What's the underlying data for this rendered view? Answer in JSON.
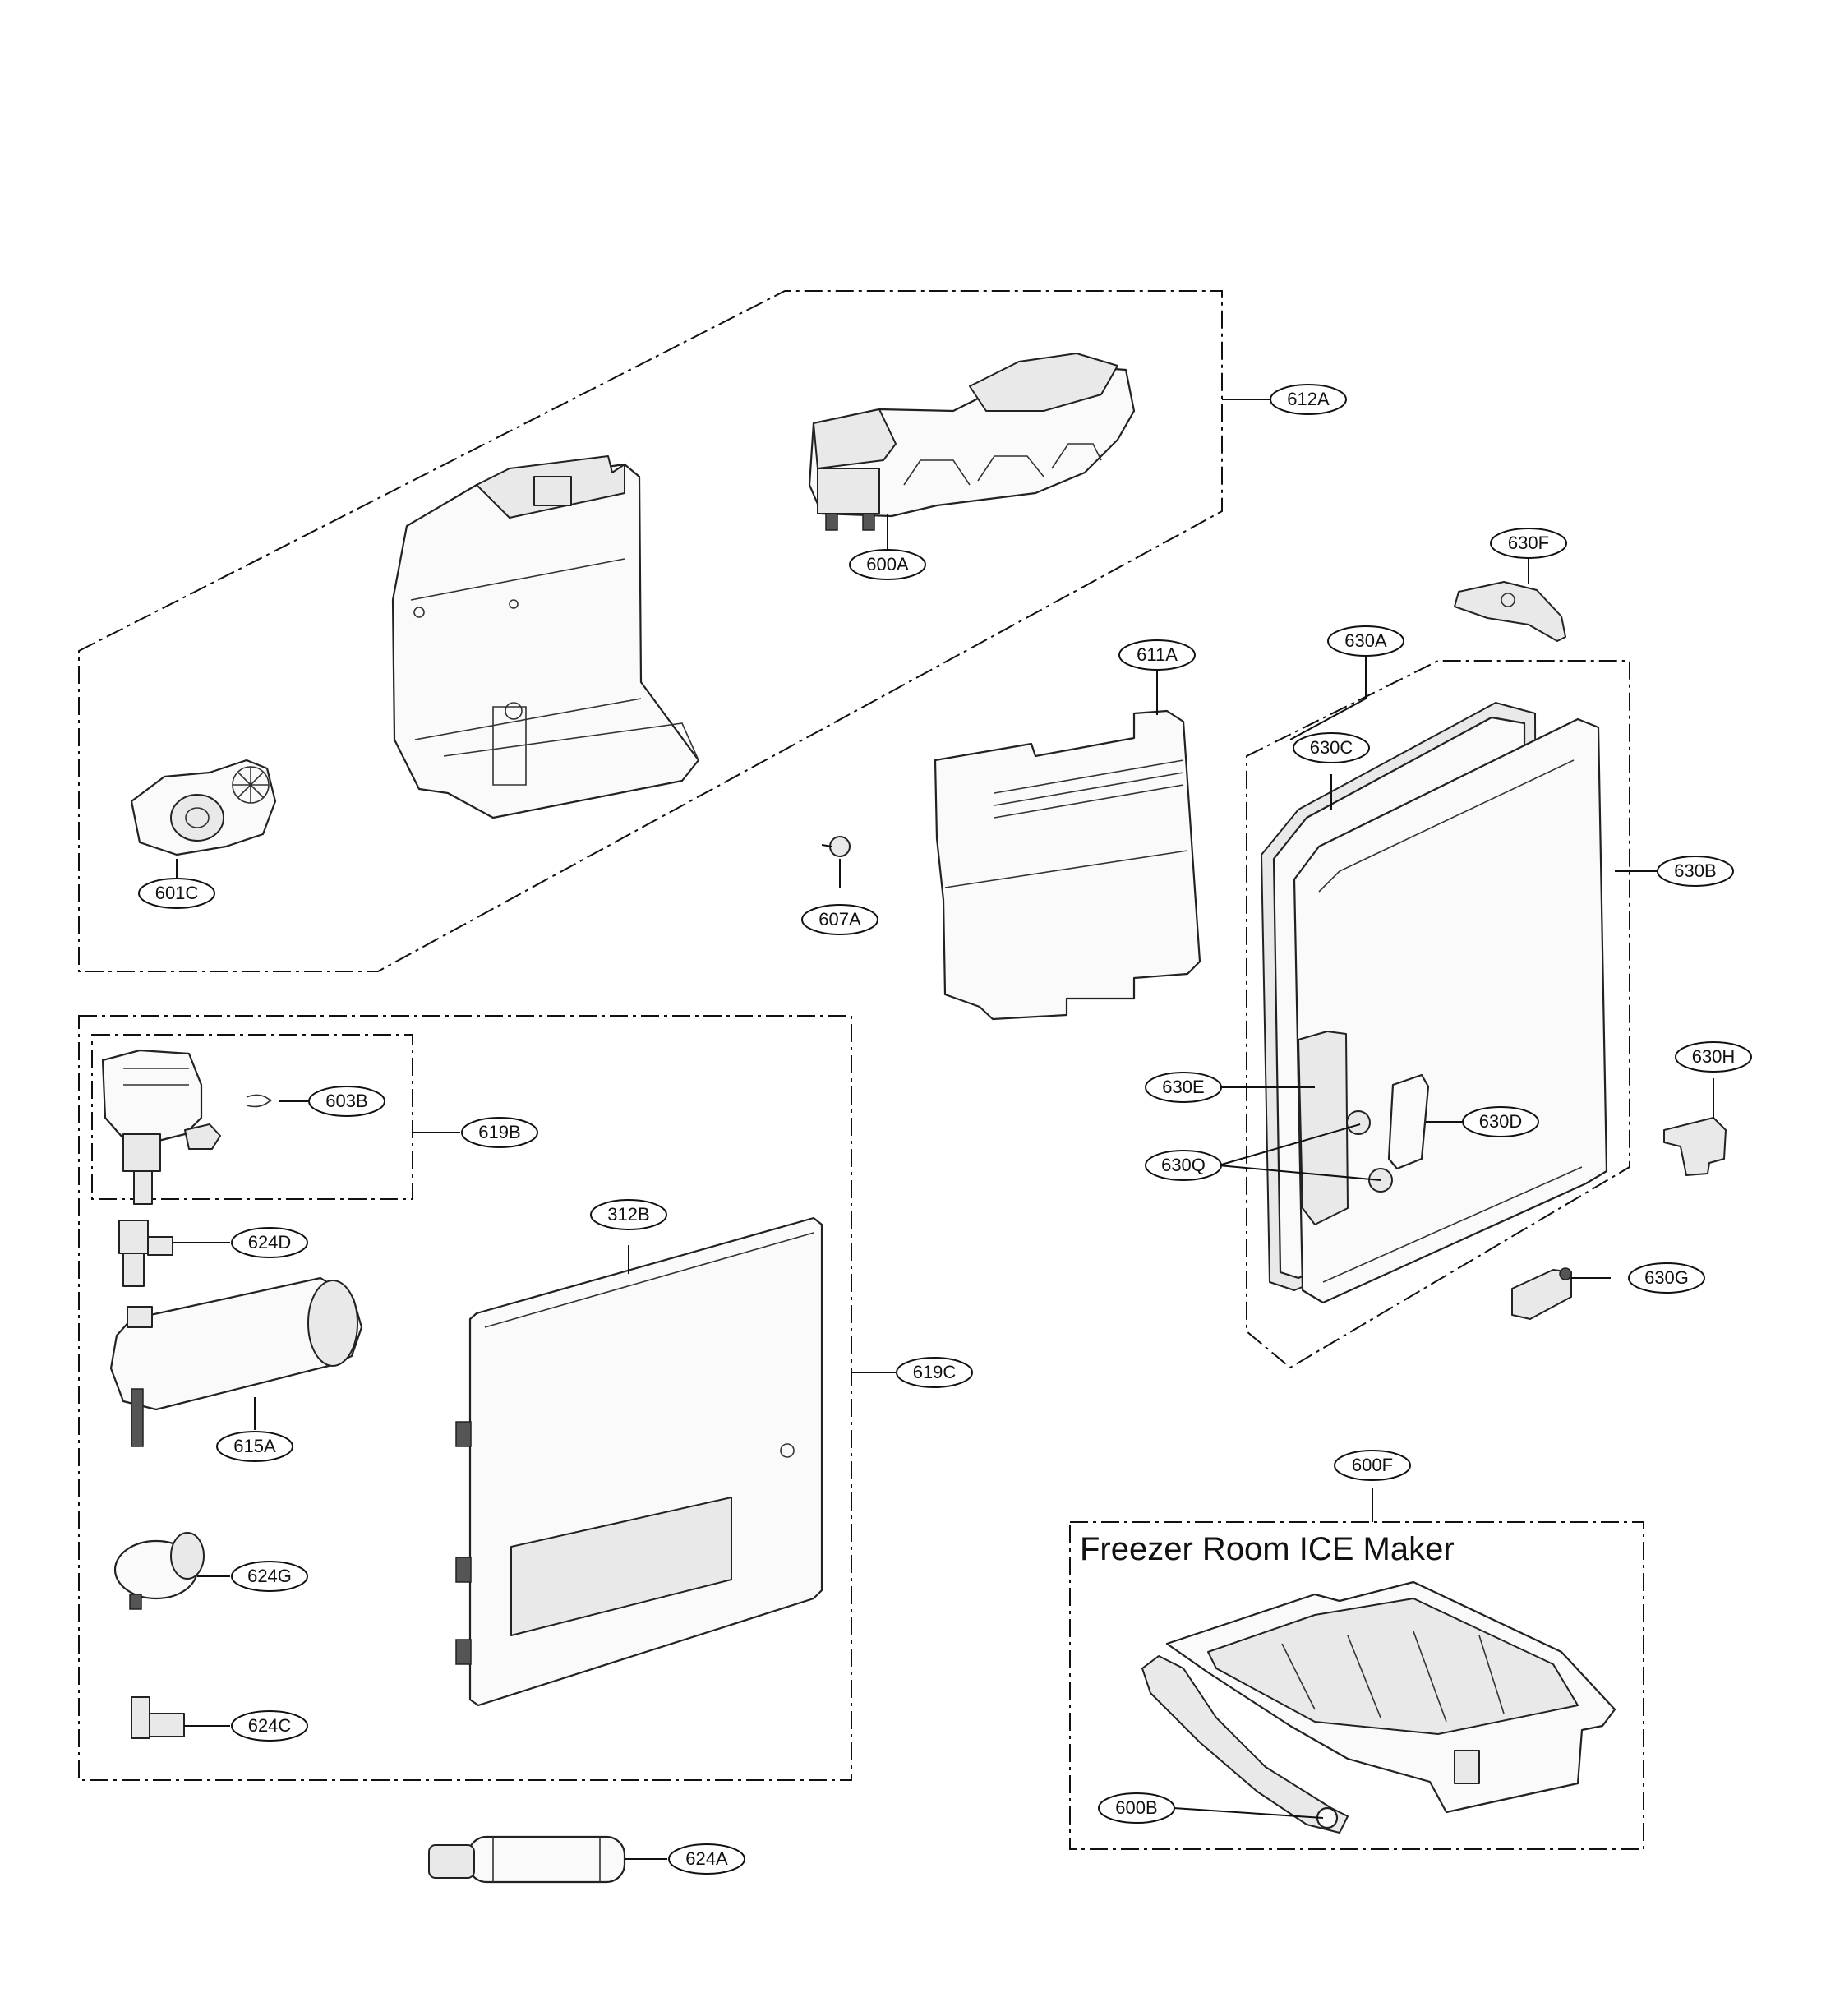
{
  "section_title": "Freezer Room ICE Maker",
  "callouts": {
    "c612A": "612A",
    "c600A": "600A",
    "c601C": "601C",
    "c630F": "630F",
    "c611A": "611A",
    "c630A": "630A",
    "c630C": "630C",
    "c607A": "607A",
    "c630B": "630B",
    "c630H": "630H",
    "c603B": "603B",
    "c619B": "619B",
    "c630E": "630E",
    "c630D": "630D",
    "c630Q": "630Q",
    "c312B": "312B",
    "c624D": "624D",
    "c630G": "630G",
    "c619C": "619C",
    "c615A": "615A",
    "c600F": "600F",
    "c624G": "624G",
    "c624C": "624C",
    "c600B": "600B",
    "c624A": "624A"
  }
}
